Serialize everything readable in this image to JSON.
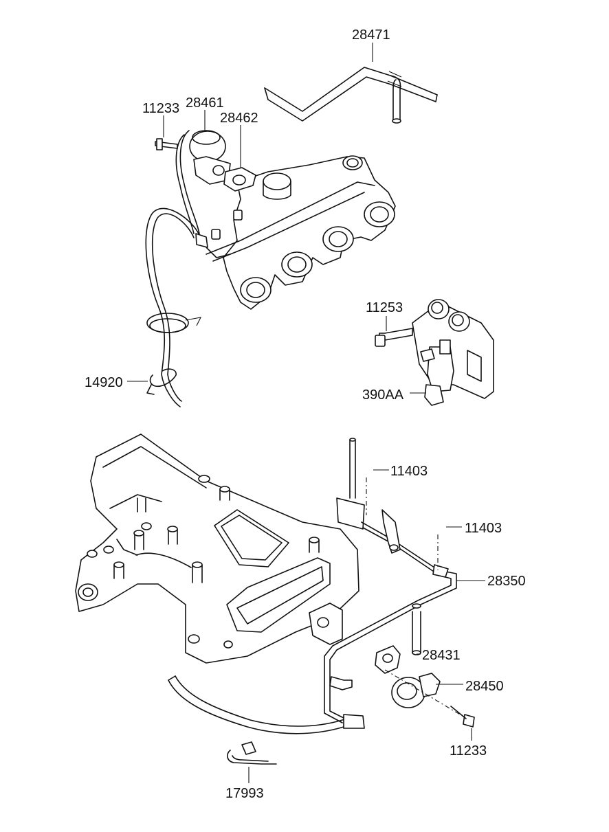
{
  "diagram": {
    "parts": [
      {
        "id": "p28471",
        "number": "28471"
      },
      {
        "id": "p11233_top",
        "number": "11233"
      },
      {
        "id": "p28461",
        "number": "28461"
      },
      {
        "id": "p28462",
        "number": "28462"
      },
      {
        "id": "p11253",
        "number": "11253"
      },
      {
        "id": "p14920",
        "number": "14920"
      },
      {
        "id": "p390AA",
        "number": "390AA"
      },
      {
        "id": "p11403_a",
        "number": "11403"
      },
      {
        "id": "p11403_b",
        "number": "11403"
      },
      {
        "id": "p28350",
        "number": "28350"
      },
      {
        "id": "p28431",
        "number": "28431"
      },
      {
        "id": "p28450",
        "number": "28450"
      },
      {
        "id": "p11233_bottom",
        "number": "11233"
      },
      {
        "id": "p17993",
        "number": "17993"
      }
    ]
  }
}
